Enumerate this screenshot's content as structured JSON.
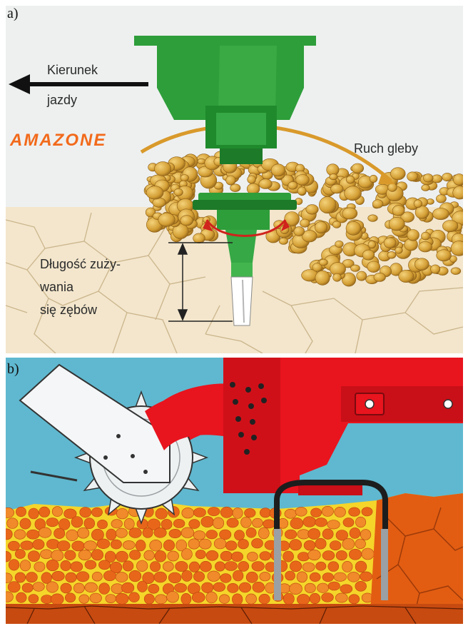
{
  "panel_a": {
    "letter": "a)",
    "direction_label_line1": "Kierunek",
    "direction_label_line2": "jazdy",
    "brand": "AMAZONE",
    "soil_motion_label": "Ruch gleby",
    "wear_label_line1": "Długość zużу-",
    "wear_label_line2": "wania",
    "wear_label_line3": "się zębów"
  },
  "panel_b": {
    "letter": "b)"
  },
  "colors": {
    "machine_green": "#2e9e3a",
    "machine_green_dark": "#1d7a28",
    "brand_orange": "#f26a1b",
    "clod_gold": "#d9a740",
    "soil_cream": "#f3e6cc",
    "sky_blue": "#5fb8cf",
    "machine_red": "#e8141e",
    "tine_steel": "#eef1f2",
    "soil_orange": "#e8661a",
    "soil_yellow": "#f5d52a"
  }
}
